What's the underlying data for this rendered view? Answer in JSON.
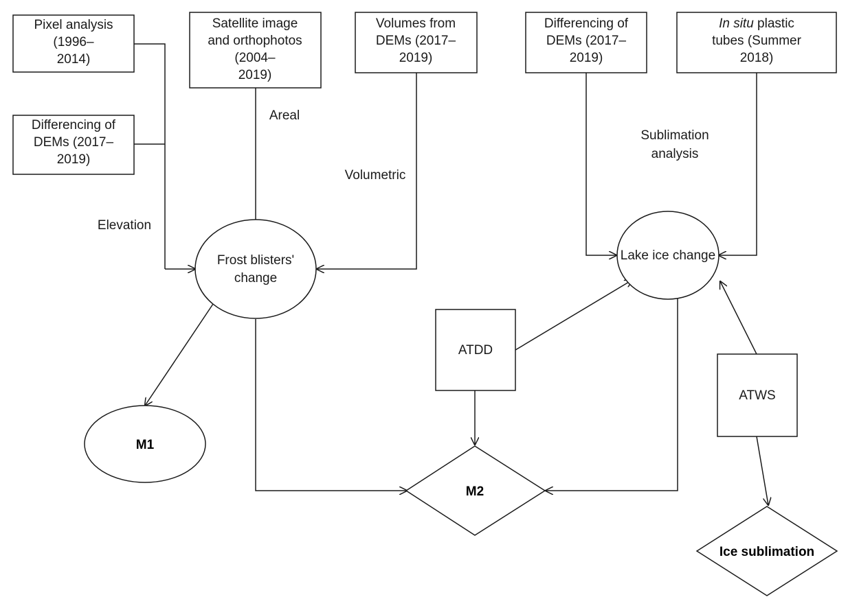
{
  "nodes": {
    "pixel_analysis": [
      "Pixel analysis",
      "(1996–",
      "2014)"
    ],
    "differencing_left": [
      "Differencing of",
      "DEMs (2017–",
      "2019)"
    ],
    "satellite": [
      "Satellite image",
      "and orthophotos",
      "(2004–",
      "2019)"
    ],
    "volumes": [
      "Volumes from",
      "DEMs (2017–",
      "2019)"
    ],
    "differencing_right": [
      "Differencing of",
      "DEMs (2017–",
      "2019)"
    ],
    "in_situ": {
      "italic": "In situ",
      "line1_rest": " plastic",
      "line2": "tubes (Summer",
      "line3": "2018)"
    },
    "frost": [
      "Frost blisters'",
      "change"
    ],
    "lake": "Lake ice change",
    "atdd": "ATDD",
    "atws": "ATWS",
    "m1": "M1",
    "m2": "M2",
    "ice_sublimation": "Ice sublimation"
  },
  "edge_labels": {
    "areal": "Areal",
    "elevation": "Elevation",
    "volumetric": "Volumetric",
    "sublimation": [
      "Sublimation",
      "analysis"
    ]
  }
}
